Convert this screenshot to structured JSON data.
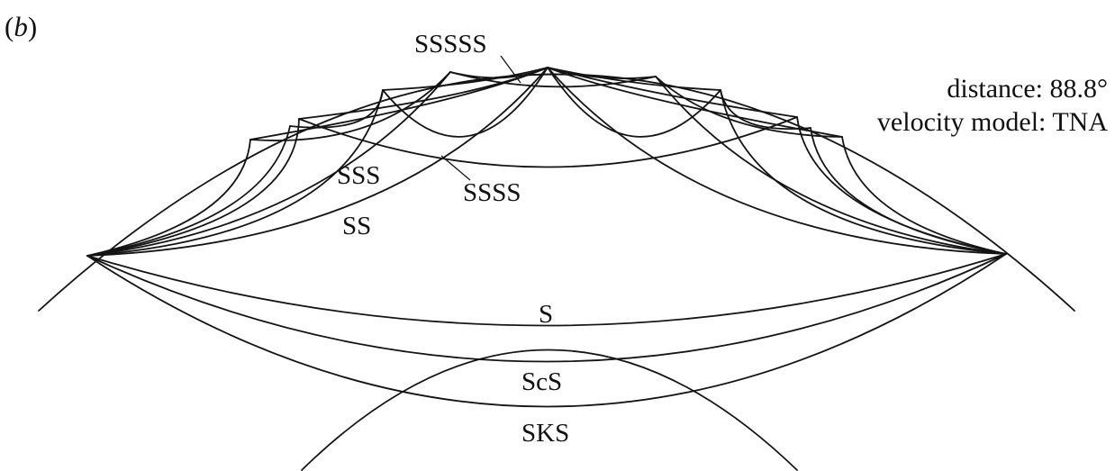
{
  "panel": {
    "label_open": "(",
    "label_letter": "b",
    "label_close": ")"
  },
  "info": {
    "distance": "distance: 88.8°",
    "velocity_model": "velocity model: TNA"
  },
  "phases": {
    "sssss": "SSSSS",
    "ssss": "SSSS",
    "sss": "SSS",
    "ss": "SS",
    "s": "S",
    "scs": "ScS",
    "sks": "SKS"
  },
  "colors": {
    "ink": "#141414",
    "background": "#ffffff"
  }
}
